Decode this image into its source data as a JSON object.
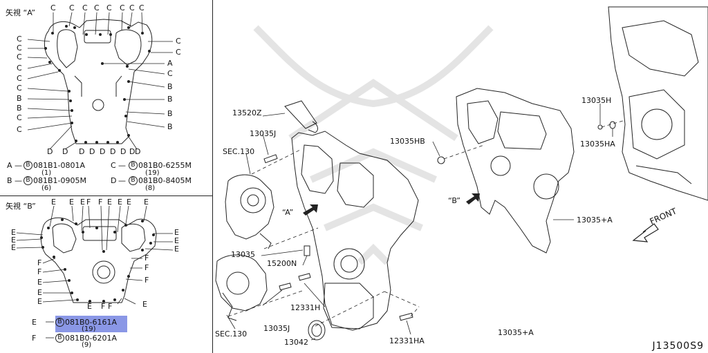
{
  "view_a": {
    "title": "矢視 “A”",
    "top_labels": [
      "C",
      "C",
      "C",
      "C",
      "C",
      "C",
      "C",
      "C"
    ],
    "left_labels": [
      "C",
      "C",
      "C",
      "C",
      "C",
      "C",
      "B",
      "B",
      "C",
      "C"
    ],
    "right_labels": [
      "C",
      "C",
      "A",
      "C",
      "B",
      "B",
      "B",
      "B"
    ],
    "bottom_labels": [
      "D",
      "D",
      "D",
      "D",
      "D",
      "D",
      "D",
      "D",
      "D"
    ],
    "legend": [
      {
        "letter": "A",
        "pn": "081B1-0801A",
        "qty": "(1)"
      },
      {
        "letter": "B",
        "pn": "081B1-0905M",
        "qty": "(6)"
      },
      {
        "letter": "C",
        "pn": "081B0-6255M",
        "qty": "(19)"
      },
      {
        "letter": "D",
        "pn": "081B0-8405M",
        "qty": "(8)"
      }
    ],
    "bolt_symbol": "B"
  },
  "view_b": {
    "title": "矢視 “B”",
    "top_labels": [
      "E",
      "E",
      "E",
      "F",
      "F",
      "E",
      "E",
      "E",
      "E"
    ],
    "left_labels": [
      "E",
      "E",
      "E",
      "F",
      "F",
      "E",
      "E",
      "E"
    ],
    "right_labels": [
      "E",
      "E",
      "E",
      "F",
      "F",
      "F"
    ],
    "bottom_labels": [
      "E",
      "F",
      "F",
      "E"
    ],
    "legend": [
      {
        "letter": "E",
        "pn": "081B0-6161A",
        "qty": "(19)",
        "highlighted": true
      },
      {
        "letter": "F",
        "pn": "081B0-6201A",
        "qty": "(9)",
        "highlighted": false
      }
    ],
    "bolt_symbol": "B"
  },
  "main": {
    "callouts": {
      "p13520z": "13520Z",
      "p13035j_top": "13035J",
      "sec130_top": "SEC.130",
      "view_a_arrow": "“A”",
      "p13035": "13035",
      "p15200n": "15200N",
      "p12331h": "12331H",
      "p13035j_bottom": "13035J",
      "sec130_bottom": "SEC.130",
      "p13042": "13042",
      "p12331ha": "12331HA",
      "p13035hb": "13035HB",
      "view_b_arrow": "“B”",
      "p13035a_right": "13035+A",
      "p13035a_bottom": "13035+A",
      "p13035h": "13035H",
      "p13035ha": "13035HA",
      "front": "FRONT"
    },
    "diagram_code": "J13500S9"
  }
}
